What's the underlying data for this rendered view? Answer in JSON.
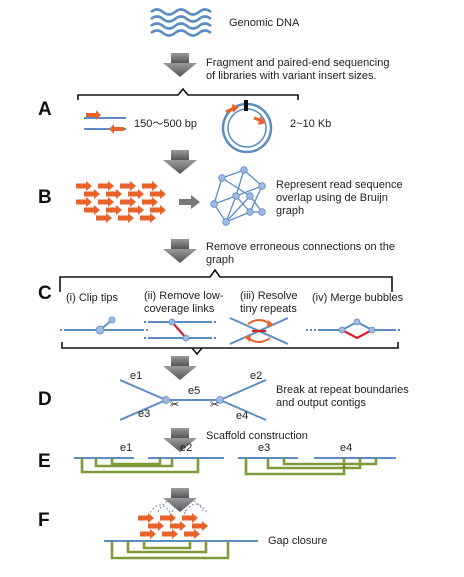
{
  "header": {
    "genomic_dna": "Genomic DNA"
  },
  "intro": {
    "line1": "Fragment and paired-end sequencing",
    "line2": "of libraries with variant insert sizes."
  },
  "steps": {
    "A": {
      "letter": "A",
      "insert_short": "150～500 bp",
      "insert_long": "2~10 Kb"
    },
    "B": {
      "letter": "B",
      "line1": "Represent read sequence",
      "line2": "overlap using de Bruijn",
      "line3": "graph"
    },
    "remove_note": {
      "line1": "Remove erroneous connections on  the",
      "line2": "graph"
    },
    "C": {
      "letter": "C",
      "panels": [
        {
          "line1": "(i) Clip tips",
          "line2": ""
        },
        {
          "line1": "(ii) Remove low-",
          "line2": "coverage links"
        },
        {
          "line1": "(iii) Resolve",
          "line2": "tiny repeats"
        },
        {
          "line1": "(iv) Merge bubbles",
          "line2": ""
        }
      ]
    },
    "D": {
      "letter": "D",
      "edges": [
        "e1",
        "e2",
        "e3",
        "e4",
        "e5"
      ],
      "line1": "Break at repeat boundaries",
      "line2": "and output contigs"
    },
    "E": {
      "letter": "E",
      "title": "Scaffold construction",
      "edges": [
        "e1",
        "e2",
        "e3",
        "e4"
      ]
    },
    "F": {
      "letter": "F",
      "gap_closure": "Gap closure"
    }
  },
  "colors": {
    "blue": "#5b8cc2",
    "orange": "#e8622a",
    "green": "#7f9a3a",
    "red": "#d2232a",
    "node": "#9fb9e3",
    "arrow_gray": "#666666"
  }
}
